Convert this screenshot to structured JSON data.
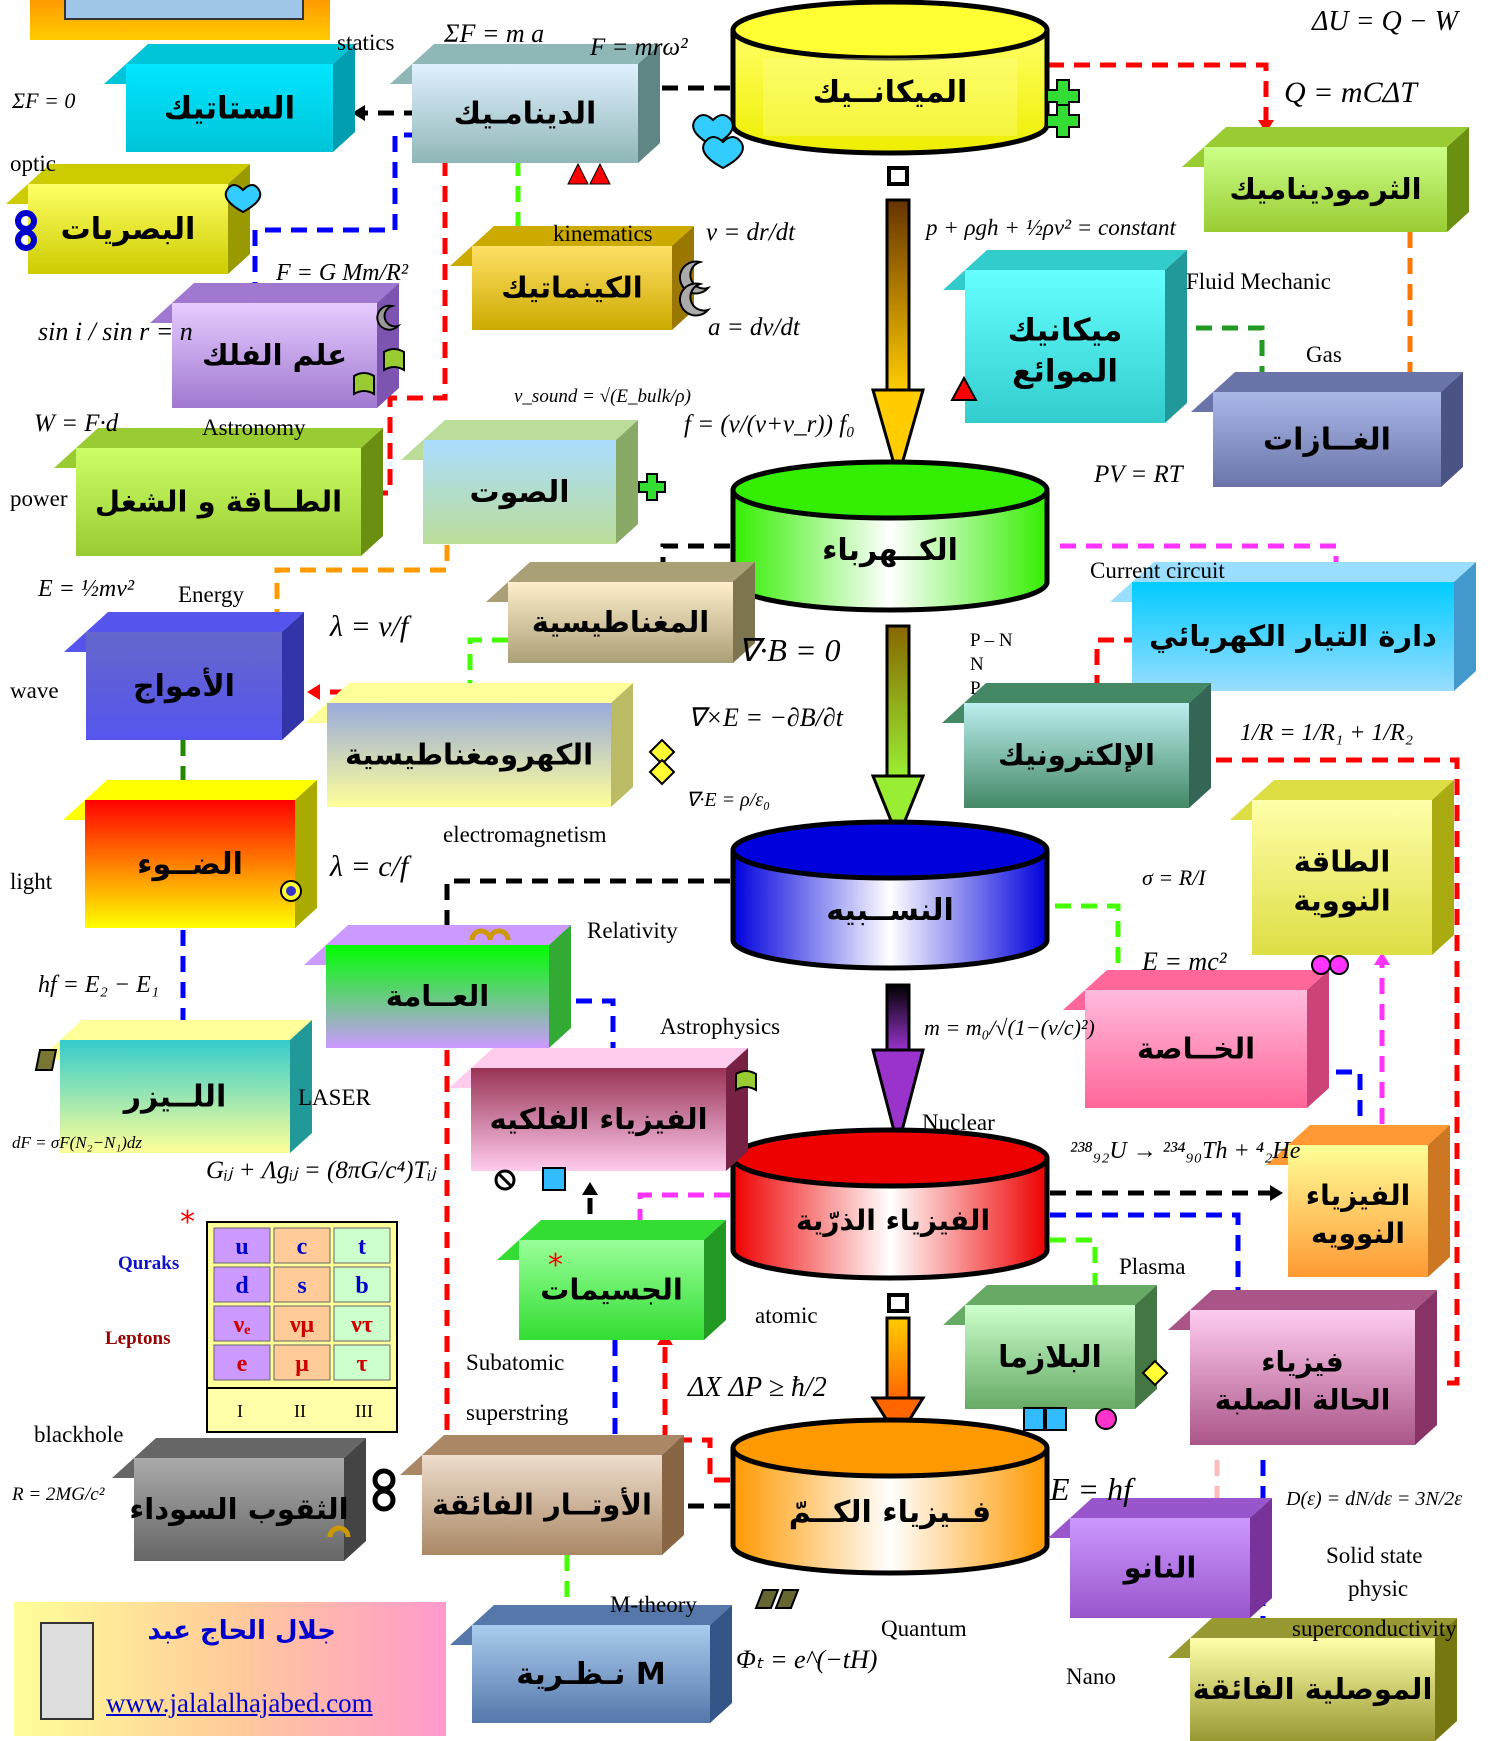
{
  "colors": {
    "black": "#000000",
    "red": "#ff0000",
    "blue": "#0000ff",
    "green": "#00cc00",
    "magenta": "#ff00ff",
    "orange": "#ff9900",
    "pink": "#ff99aa"
  },
  "cylinders": {
    "mechanics": "الميكانــيك",
    "electricity": "الكــهرباء",
    "relativity": "النســبيه",
    "atomic": "الفيزياء الذرّية",
    "quantum": "فــيزياء الكــمّ"
  },
  "boxes": {
    "statics": "الستاتيك",
    "dynamics": "الدينامـيك",
    "optics": "البصريات",
    "kinematics": "الكينماتيك",
    "astronomy": "علم الفلك",
    "thermodynamics": "الثرموديناميك",
    "fluid_line1": "ميكانيك",
    "fluid_line2": "الموائع",
    "gases": "الغــازات",
    "energy_work": "الطــاقة و الشغل",
    "sound": "الصوت",
    "magnetism": "المغناطيسية",
    "circuit": "دارة التيار الكهربائي",
    "waves": "الأمواج",
    "electromagnetism": "الكهرومغناطيسية",
    "electronics": "الإلكترونيك",
    "light": "الضــوء",
    "nuclear_energy_line1": "الطاقة",
    "nuclear_energy_line2": "النووية",
    "general": "العــامة",
    "special": "الخــاصة",
    "laser": "اللــيزر",
    "astrophysics": "الفيزياء الفلكيه",
    "nuclear_physics_line1": "الفيزياء",
    "nuclear_physics_line2": "النوويه",
    "particles": "الجسيمات",
    "plasma": "البلازما",
    "solid_state_line1": "فيزياء",
    "solid_state_line2": "الحالة الصلبة",
    "black_holes": "الثقوب السوداء",
    "superstrings": "الأوتــار الفائقة",
    "nano": "النانو",
    "m_theory": "نـظـرية M",
    "superconductivity": "الموصلية الفائقة"
  },
  "labels_en": {
    "statics": "statics",
    "optic": "optic",
    "kinematics": "kinematics",
    "astronomy": "Astronomy",
    "fluid": "Fluid Mechanic",
    "gas": "Gas",
    "power": "power",
    "energy": "Energy",
    "current_circuit": "Current circuit",
    "wave": "wave",
    "electromagnetism": "electromagnetism",
    "light": "light",
    "relativity": "Relativity",
    "astrophysics": "Astrophysics",
    "laser": "LASER",
    "nuclear": "Nuclear",
    "plasma": "Plasma",
    "atomic": "atomic",
    "subatomic": "Subatomic",
    "superstring": "superstring",
    "blackhole": "blackhole",
    "mtheory": "M-theory",
    "quantum": "Quantum",
    "nano": "Nano",
    "solid1": "Solid state",
    "solid2": "physic",
    "supercond": "superconductivity",
    "quarks": "Quraks",
    "leptons": "Leptons"
  },
  "formulas": {
    "newton": "ΣF = m a",
    "centripetal": "F = mrω²",
    "first_law": "ΔU = Q − W",
    "heat": "Q = mCΔT",
    "equilibrium": "ΣF = 0",
    "bernoulli": "p + ρgh + ½ρv² = constant",
    "velocity": "v = dr/dt",
    "acceleration": "a = dv/dt",
    "gravity": "F = G Mm/R²",
    "snell": "sin i / sin r = n",
    "work": "W = F·d",
    "sound_speed": "v_sound = √(E_bulk/ρ)",
    "doppler": "f = (v/(v+v_r)) f₀",
    "gas_law": "PV = RT",
    "kinetic": "E = ½mv²",
    "wavelength": "λ = v/f",
    "gauss_b": "∇·B = 0",
    "faraday": "∇×E = −∂B/∂t",
    "gauss_e": "∇·E = ρ/ε₀",
    "resistors": "1/R = 1/R₁ + 1/R₂",
    "light_wavelength": "λ = c/f",
    "conductivity": "σ = R/I",
    "mass_energy": "E = mc²",
    "photon": "hf = E₂ − E₁",
    "rel_mass": "m = m₀/√(1−(v/c)²)",
    "decay": "²³⁸₉₂U → ²³⁴₉₀Th + ⁴₂He",
    "laser_gain": "dF = σF(N₂−N₁)dz",
    "einstein": "Gᵢⱼ + Λgᵢⱼ = (8πG/c⁴)Tᵢⱼ",
    "uncertainty": "ΔX ΔP ≥ ħ/2",
    "planck": "E = hf",
    "dos": "D(ε) = dN/dε = 3N/2ε",
    "schwarzschild": "R = 2MG/c²",
    "wavefunction": "Φₜ = e^(−tH)",
    "pnp": [
      "P – N",
      "N",
      "P"
    ]
  },
  "particles_table": {
    "rows": [
      [
        "u",
        "c",
        "t"
      ],
      [
        "d",
        "s",
        "b"
      ],
      [
        "νₑ",
        "νμ",
        "ντ"
      ],
      [
        "e",
        "μ",
        "τ"
      ]
    ],
    "generations": [
      "I",
      "II",
      "III"
    ]
  },
  "author": {
    "name": "جلال الحاج عبد",
    "url": "www.jalalalhajabed.com"
  }
}
